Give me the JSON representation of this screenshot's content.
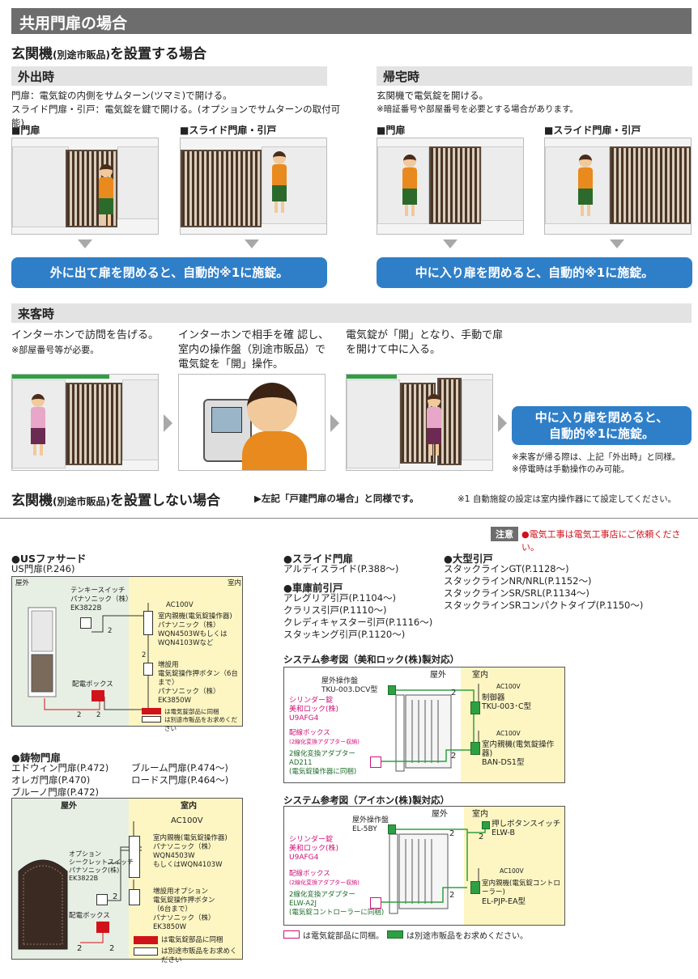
{
  "title": "共用門扉の場合",
  "with_intercom": {
    "heading": "玄関機",
    "heading_sub": "(別途市販品)",
    "heading_tail": "を設置する場合"
  },
  "going_out": {
    "head": "外出時",
    "line1": "門扉：電気錠の内側をサムターン(ツマミ)で開ける。",
    "line2": "スライド門扉・引戸：電気錠を鍵で開ける。(オプションでサムターンの取付可能)",
    "label_gate": "■門扉",
    "label_slide": "■スライド門扉・引戸",
    "banner": "外に出て扉を閉めると、自動的※1に施錠。"
  },
  "coming_home": {
    "head": "帰宅時",
    "line1": "玄関機で電気錠を開ける。",
    "line2": "※暗証番号や部屋番号を必要とする場合があります。",
    "label_gate": "■門扉",
    "label_slide": "■スライド門扉・引戸",
    "banner": "中に入り扉を閉めると、自動的※1に施錠。"
  },
  "visitor": {
    "head": "来客時",
    "step1_l1": "インターホンで訪問を告げる。",
    "step1_l2": "※部屋番号等が必要。",
    "step2_l1": "インターホンで相手を確 認し、",
    "step2_l2": "室内の操作盤（別途市販品）で",
    "step2_l3": "電気錠を「開」操作。",
    "step3_l1": "電気錠が「開」となり、手動で扉",
    "step3_l2": "を開けて中に入る。",
    "banner_l1": "中に入り扉を閉めると、",
    "banner_l2": "自動的※1に施錠。",
    "note1": "※来客が帰る際は、上記「外出時」と同様。",
    "note2": "※停電時は手動操作のみ可能。"
  },
  "without_intercom": {
    "heading": "玄関機",
    "heading_sub": "(別途市販品)",
    "heading_tail": "を設置しない場合",
    "arrow_note": "▶左記「戸建門扉の場合」と同様です。",
    "footnote": "※1 自動施錠の設定は室内操作器にて設定してください。"
  },
  "caution": {
    "tag": "注意",
    "text": "●電気工事は電気工事店にご依頼ください。"
  },
  "us_facade": {
    "head": "●USファサード",
    "sub": "US門扉(P.246)",
    "outside": "屋外",
    "inside": "室内",
    "tenkey": [
      "テンキースイッチ",
      "パナソニック（株）",
      "EK3822B"
    ],
    "ac": "AC100V",
    "indoor": [
      "室内親機(電気錠操作器)",
      "パナソニック（株）",
      "WQN4503Wもしくは",
      "WQN4103Wなど"
    ],
    "option": [
      "増設用",
      "電気錠操作押ボタン（6台まで）",
      "パナソニック（株）EK3850W"
    ],
    "box": "配電ボックス",
    "legend_red": "は電気錠部品に同梱",
    "legend_white": "は別途市販品をお求めください",
    "wire_labels": [
      "2",
      "2",
      "2",
      "2"
    ]
  },
  "cast_gate": {
    "head": "●鋳物門扉",
    "col1": [
      "エドウィン門扉(P.472)",
      "オレガ門扉(P.470)",
      "ブルーノ門扉(P.472)"
    ],
    "col2": [
      "ブルーム門扉(P.474～)",
      "ロードス門扉(P.464～)"
    ],
    "outside": "屋外",
    "inside": "室内",
    "ac": "AC100V",
    "indoor": [
      "室内親機(電気錠操作器)",
      "パナソニック（株）",
      "WQN4503W",
      "もしくはWQN4103W"
    ],
    "option_switch": [
      "オプション",
      "シークレットスイッチ",
      "パナソニック(株)",
      "EK3822B"
    ],
    "option_btn": [
      "増設用オプション",
      "電気錠操作押ボタン",
      "（6台まで）",
      "パナソニック（株）",
      "EK3850W"
    ],
    "box": "配電ボックス",
    "legend_red": "は電気錠部品に同梱",
    "legend_white": "は別途市販品をお求めください",
    "wire_labels": [
      "2",
      "2",
      "2"
    ]
  },
  "slide_gate": {
    "head": "●スライド門扉",
    "items": [
      "アルディスライド(P.388～)"
    ]
  },
  "garage": {
    "head": "●車庫前引戸",
    "items": [
      "アレグリア引戸(P.1104～)",
      "クラリス引戸(P.1110～)",
      "クレディキャスター引戸(P.1116～)",
      "スタッキング引戸(P.1120～)"
    ]
  },
  "large": {
    "head": "●大型引戸",
    "items": [
      "スタックラインGT(P.1128～)",
      "スタックラインNR/NRL(P.1152～)",
      "スタックラインSR/SRL(P.1134～)",
      "スタックラインSRコンパクトタイプ(P.1150～)"
    ]
  },
  "sys1": {
    "title": "システム参考図（美和ロック(株)製対応）",
    "outside": "屋外",
    "inside": "室内",
    "panel": [
      "屋外操作盤",
      "TKU-003.DCV型"
    ],
    "cyl": [
      "シリンダー錠",
      "美和ロック(株)",
      "U9AFG4"
    ],
    "box": [
      "配線ボックス",
      "(2線化変換アダプター収納)"
    ],
    "adapter": [
      "2線化変換アダプター",
      "AD211",
      "(電気錠操作器に同梱)"
    ],
    "ac1": "AC100V",
    "ctrl": [
      "制御器",
      "TKU-003･C型"
    ],
    "ac2": "AC100V",
    "indoor": [
      "室内親機(電気錠操作器)",
      "BAN-DS1型"
    ],
    "wire_labels": [
      "2",
      "2"
    ]
  },
  "sys2": {
    "title": "システム参考図（アイホン(株)製対応）",
    "outside": "屋外",
    "inside": "室内",
    "panel": [
      "屋外操作盤",
      "EL-5BY"
    ],
    "cyl": [
      "シリンダー錠",
      "美和ロック(株)",
      "U9AFG4"
    ],
    "box": [
      "配線ボックス",
      "(2線化変換アダプター収納)"
    ],
    "adapter": [
      "2線化変換アダプター",
      "ELW-A2J",
      "(電気錠コントローラーに同梱)"
    ],
    "push": [
      "押しボタンスイッチ",
      "ELW-B"
    ],
    "ac": "AC100V",
    "ctrl": [
      "室内親機(電気錠コントローラー)",
      "EL-PJP-EA型"
    ],
    "wire_labels": [
      "2",
      "2",
      "2"
    ]
  },
  "legend2": {
    "pink": "は電気錠部品に同梱。",
    "green": "は別途市販品をお求めください。"
  }
}
